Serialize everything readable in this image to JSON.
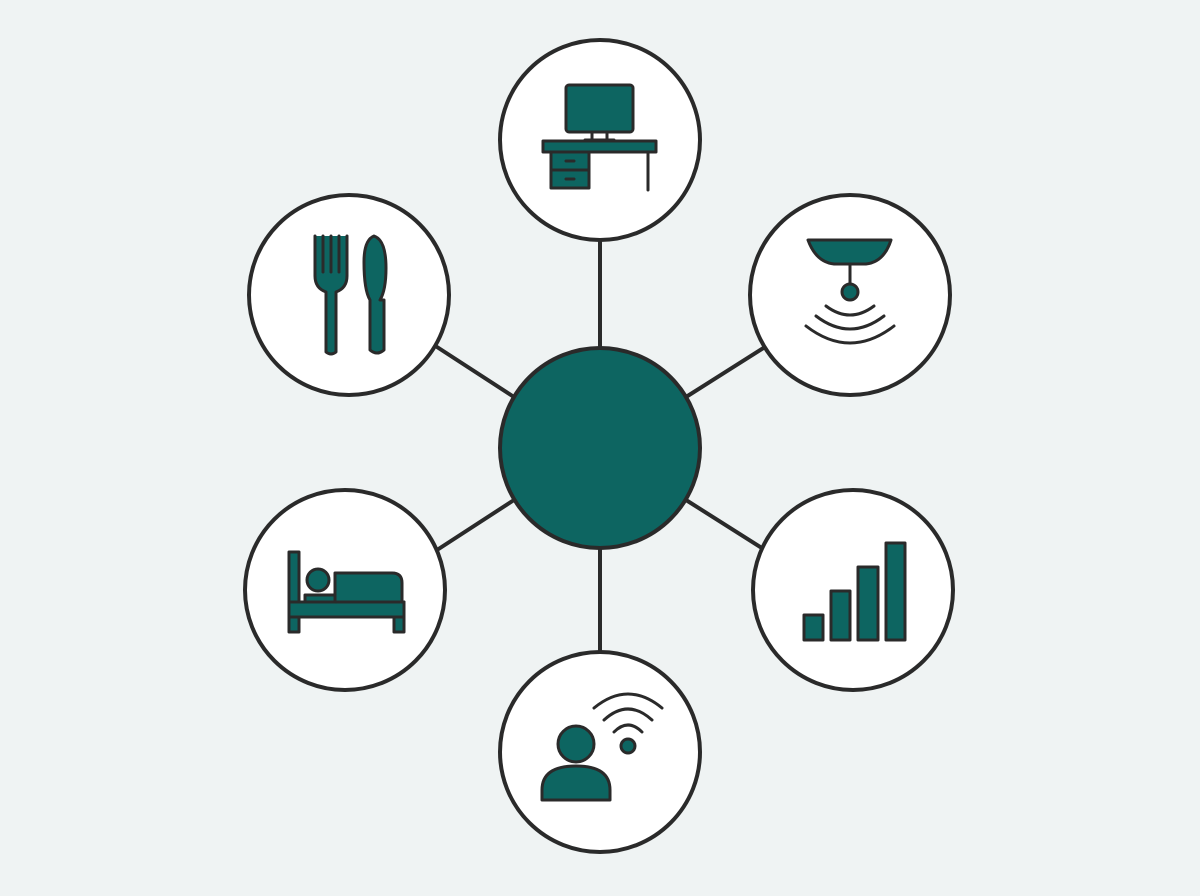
{
  "diagram": {
    "background": "#eff3f3",
    "accent_color": "#0d6561",
    "stroke_color": "#2a2a2a",
    "node_fill": "#ffffff",
    "hub": {
      "icon": "",
      "label": ""
    },
    "nodes": [
      {
        "id": "top",
        "icon": "desk-computer-icon"
      },
      {
        "id": "upper-right",
        "icon": "ceiling-sensor-icon"
      },
      {
        "id": "lower-right",
        "icon": "signal-bars-icon"
      },
      {
        "id": "bottom",
        "icon": "person-wifi-icon"
      },
      {
        "id": "lower-left",
        "icon": "bed-icon"
      },
      {
        "id": "upper-left",
        "icon": "fork-knife-icon"
      }
    ]
  }
}
